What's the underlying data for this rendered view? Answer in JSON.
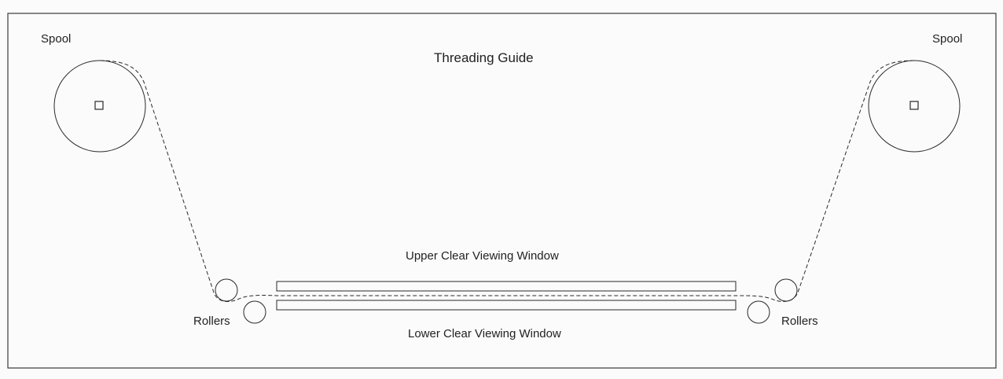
{
  "diagram": {
    "title": "Threading Guide",
    "labels": {
      "spool_left": "Spool",
      "spool_right": "Spool",
      "rollers_left": "Rollers",
      "rollers_right": "Rollers",
      "upper_window": "Upper Clear Viewing Window",
      "lower_window": "Lower Clear Viewing Window"
    }
  },
  "colors": {
    "background": "#fbfbfb",
    "stroke": "#2a2a2a",
    "text": "#222222"
  }
}
